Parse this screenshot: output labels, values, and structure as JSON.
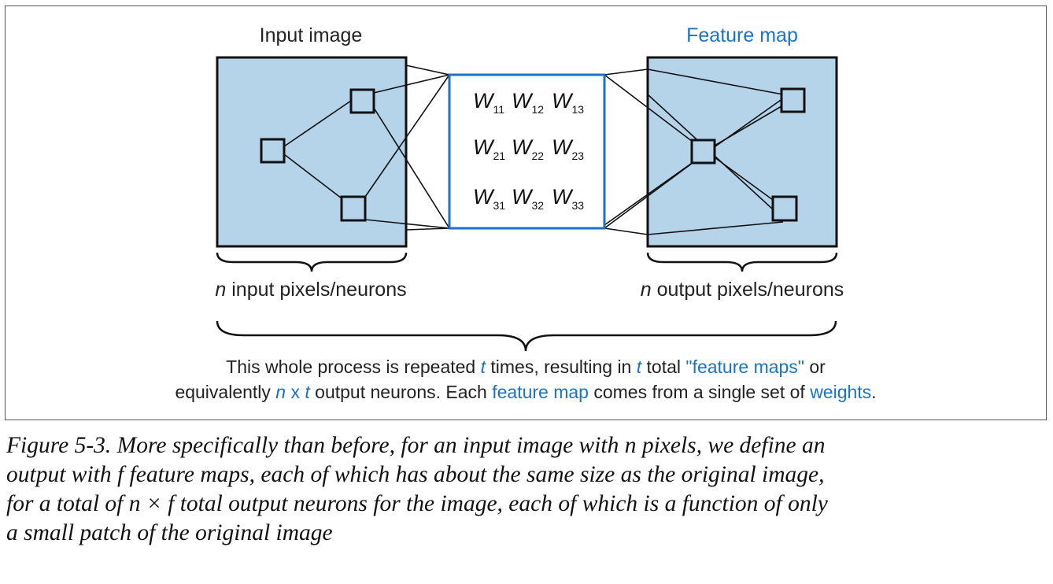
{
  "diagram": {
    "input_title": "Input image",
    "feature_title": "Feature map",
    "weights": [
      {
        "w": "W",
        "sub": "11"
      },
      {
        "w": "W",
        "sub": "12"
      },
      {
        "w": "W",
        "sub": "13"
      },
      {
        "w": "W",
        "sub": "21"
      },
      {
        "w": "W",
        "sub": "22"
      },
      {
        "w": "W",
        "sub": "23"
      },
      {
        "w": "W",
        "sub": "31"
      },
      {
        "w": "W",
        "sub": "32"
      },
      {
        "w": "W",
        "sub": "33"
      }
    ],
    "input_count": {
      "n": "n",
      "rest": " input pixels/neurons"
    },
    "output_count": {
      "n": "n",
      "rest": " output pixels/neurons"
    },
    "explanation": {
      "line1": {
        "a": "This whole process is repeated ",
        "t1": "t",
        "b": " times, resulting in ",
        "t2": "t",
        "c": " total ",
        "d": "\"feature maps\"",
        "e": " or"
      },
      "line2": {
        "a": "equivalently ",
        "n": "n",
        "x": " x ",
        "t": "t",
        "b": " output neurons. Each ",
        "c": "feature map",
        "d": " comes from a single set of ",
        "e": "weights",
        "f": "."
      }
    },
    "colors": {
      "panel_fill": "#b5d4ea",
      "kernel_border": "#1a73c9",
      "accent_text": "#1a73c9"
    }
  },
  "caption": {
    "line1": "Figure 5-3. More specifically than before, for an input image with n pixels, we define an",
    "line2": "output with f feature maps, each of which has about the same size as the original image,",
    "line3": "for a total of n × f total output neurons for the image, each of which is a function of only",
    "line4": "a small patch of the original image"
  }
}
